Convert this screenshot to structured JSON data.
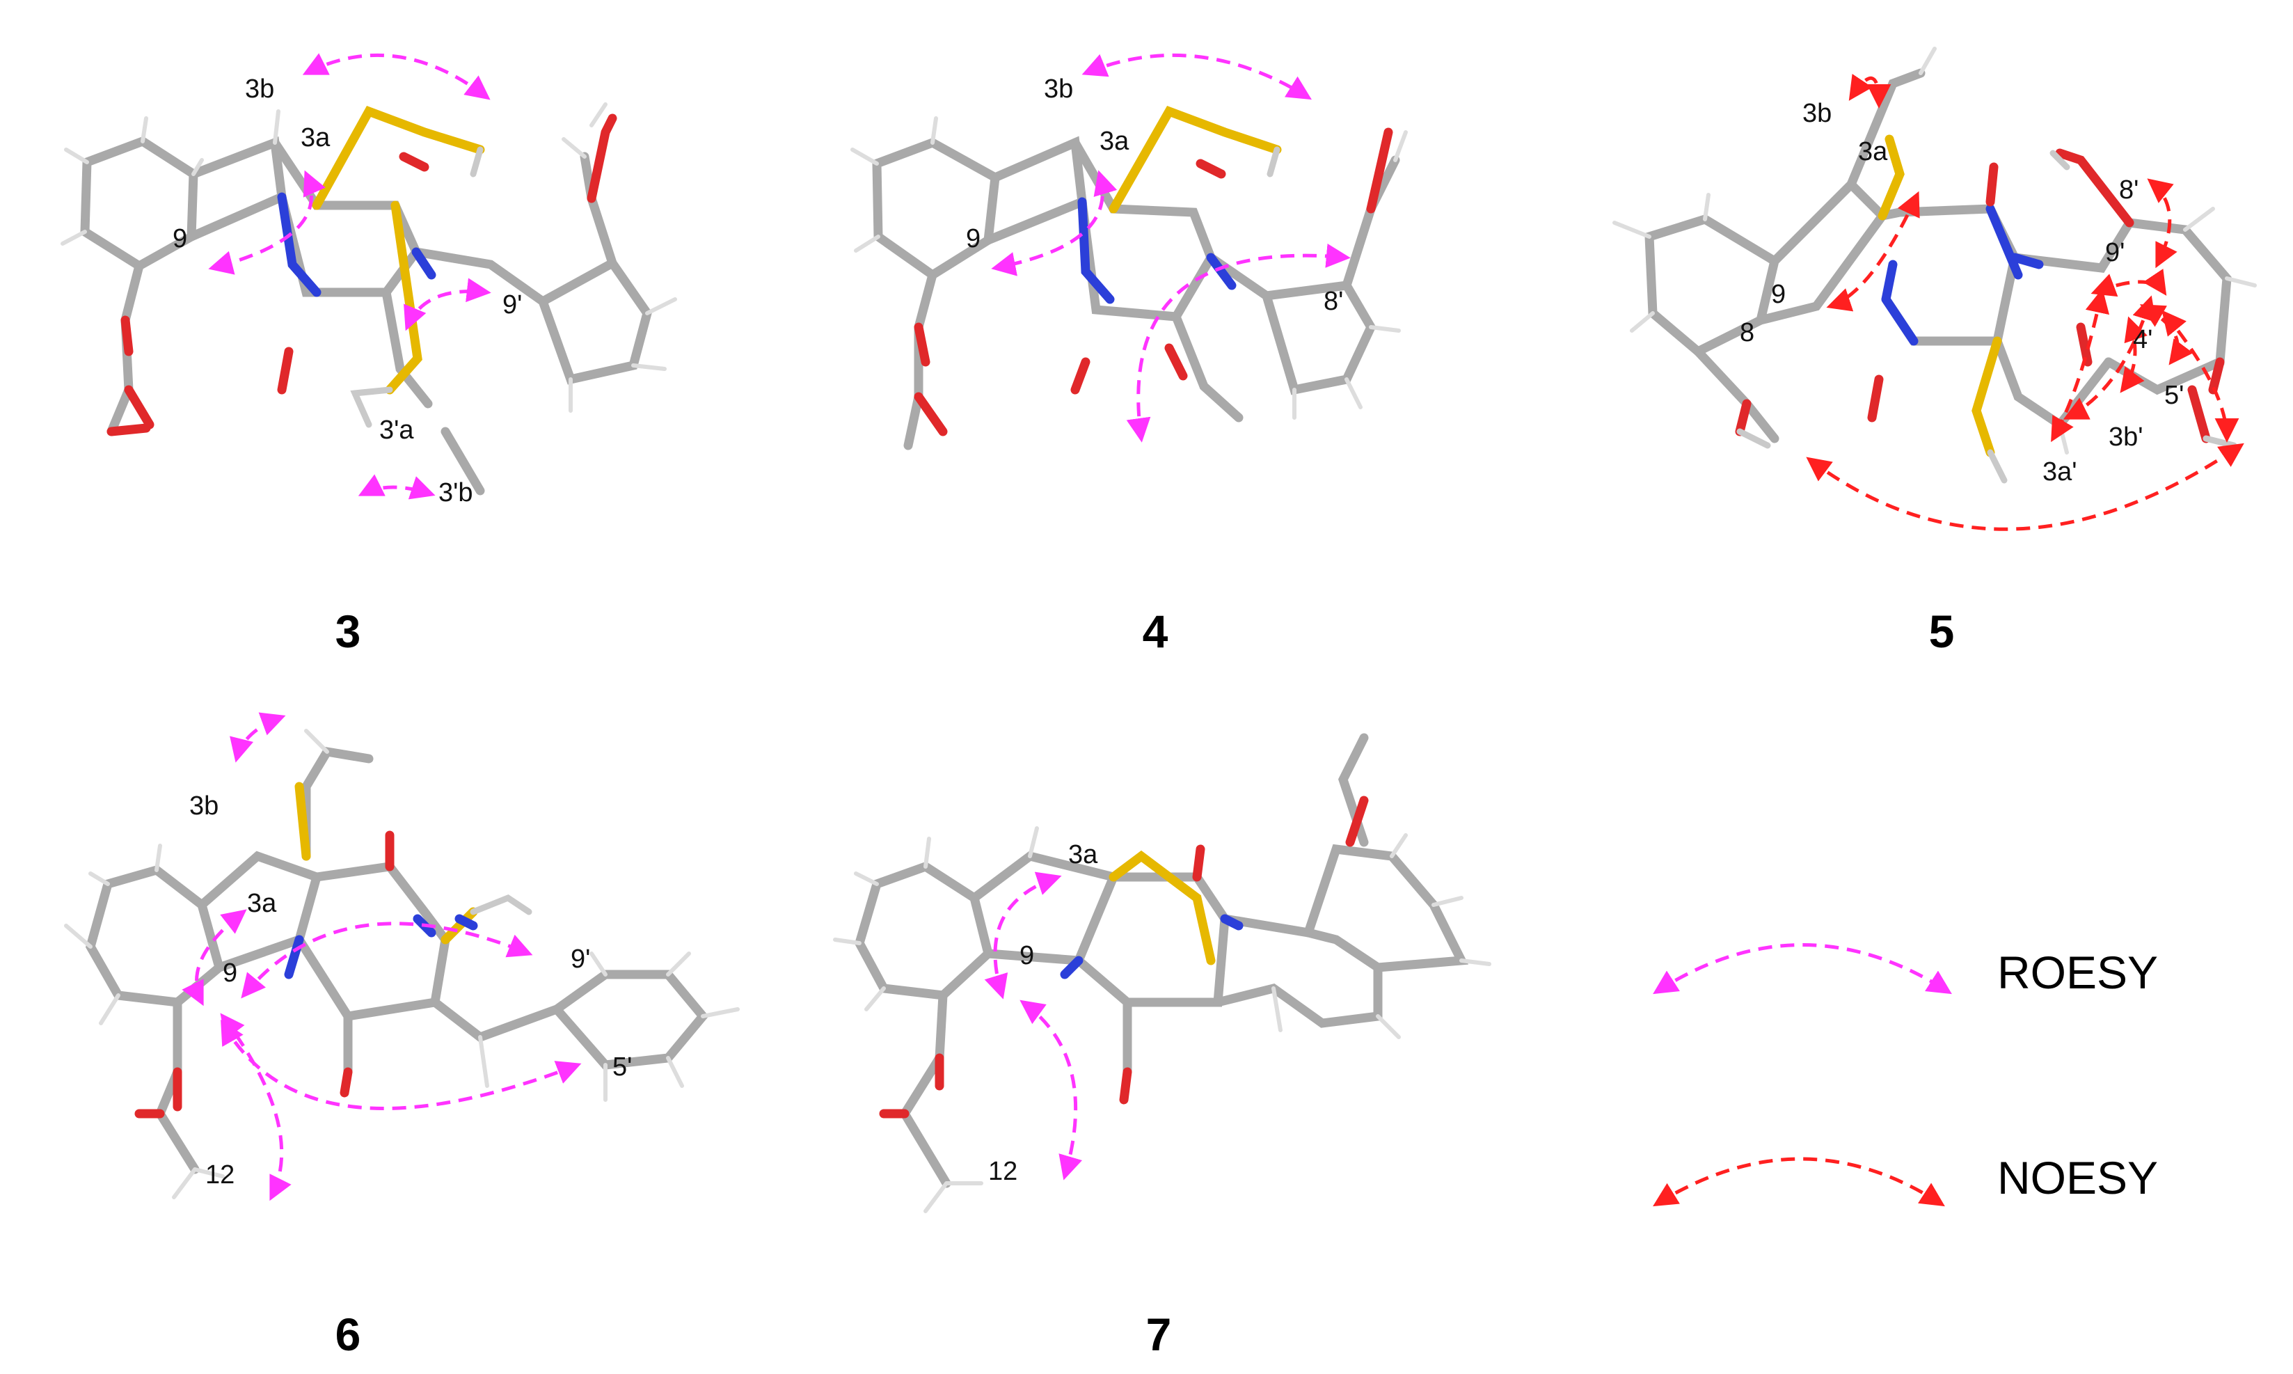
{
  "compounds": [
    {
      "id": "3",
      "atom_labels": [
        "3b",
        "3a",
        "9",
        "9'",
        "3'a",
        "3'b"
      ]
    },
    {
      "id": "4",
      "atom_labels": [
        "3b",
        "3a",
        "9",
        "8'"
      ]
    },
    {
      "id": "5",
      "atom_labels": [
        "3b",
        "3a",
        "8'",
        "9'",
        "9",
        "8",
        "4'",
        "5'",
        "3b'",
        "3a'"
      ]
    },
    {
      "id": "6",
      "atom_labels": [
        "3b",
        "3a",
        "9",
        "9'",
        "5'",
        "12"
      ]
    },
    {
      "id": "7",
      "atom_labels": [
        "3a",
        "9",
        "12"
      ]
    }
  ],
  "legend": {
    "roesy": {
      "label": "ROESY",
      "color": "#ff33ff"
    },
    "noesy": {
      "label": "NOESY",
      "color": "#ff2020"
    }
  },
  "element_colors": {
    "carbon": "#a9a9a9",
    "hydrogen": "#dddddd",
    "sulfur": "#e6b800",
    "nitrogen": "#2b3fd9",
    "oxygen": "#e0282a"
  }
}
